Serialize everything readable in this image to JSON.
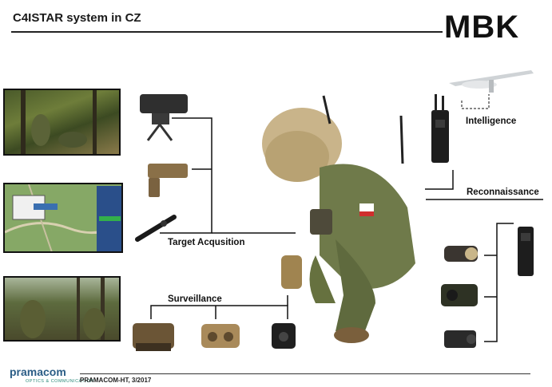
{
  "header": {
    "title": "C4ISTAR system in CZ",
    "brand": "MBK"
  },
  "labels": {
    "intelligence": "Intelligence",
    "reconnaissance": "Reconnaissance",
    "target_acquisition": "Target Acqusition",
    "surveillance": "Surveillance"
  },
  "footer": {
    "logo_text": "pramacom",
    "logo_sub": "OPTICS & COMMUNICATION",
    "doc_ref": "PRAMACOM-HT, 3/2017"
  },
  "colors": {
    "accent": "#2b5d86",
    "text": "#111111",
    "camo": "#6f7a4a"
  },
  "icons": [
    "drone-icon",
    "radio-icon",
    "soldier-icon",
    "thermal-sight-icon",
    "rifle-scope-icon",
    "binoculars-icon",
    "map-screen-icon"
  ]
}
